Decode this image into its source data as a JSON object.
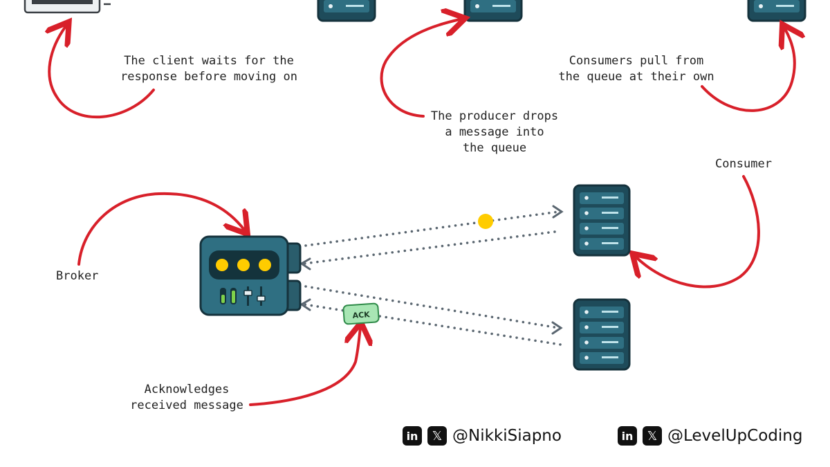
{
  "notes": {
    "client_waits": "The client waits for the\nresponse before moving on",
    "consumers_pull": "Consumers pull from\nthe queue at their own",
    "producer_drops": "The producer drops\na message into\nthe queue",
    "consumer": "Consumer",
    "broker": "Broker",
    "acknowledges": "Acknowledges\nreceived message"
  },
  "ack_label": "ACK",
  "social": [
    {
      "linkedin_icon": "in",
      "x_icon": "𝕏",
      "handle": "@NikkiSiapno"
    },
    {
      "linkedin_icon": "in",
      "x_icon": "𝕏",
      "handle": "@LevelUpCoding"
    }
  ],
  "colors": {
    "arrow_red": "#d8202a",
    "teal_dark": "#1e4b5a",
    "teal": "#2f6f82",
    "yellow": "#ffcc00",
    "dotted_line": "#5a6670",
    "ack_green": "#a8e6b4"
  }
}
